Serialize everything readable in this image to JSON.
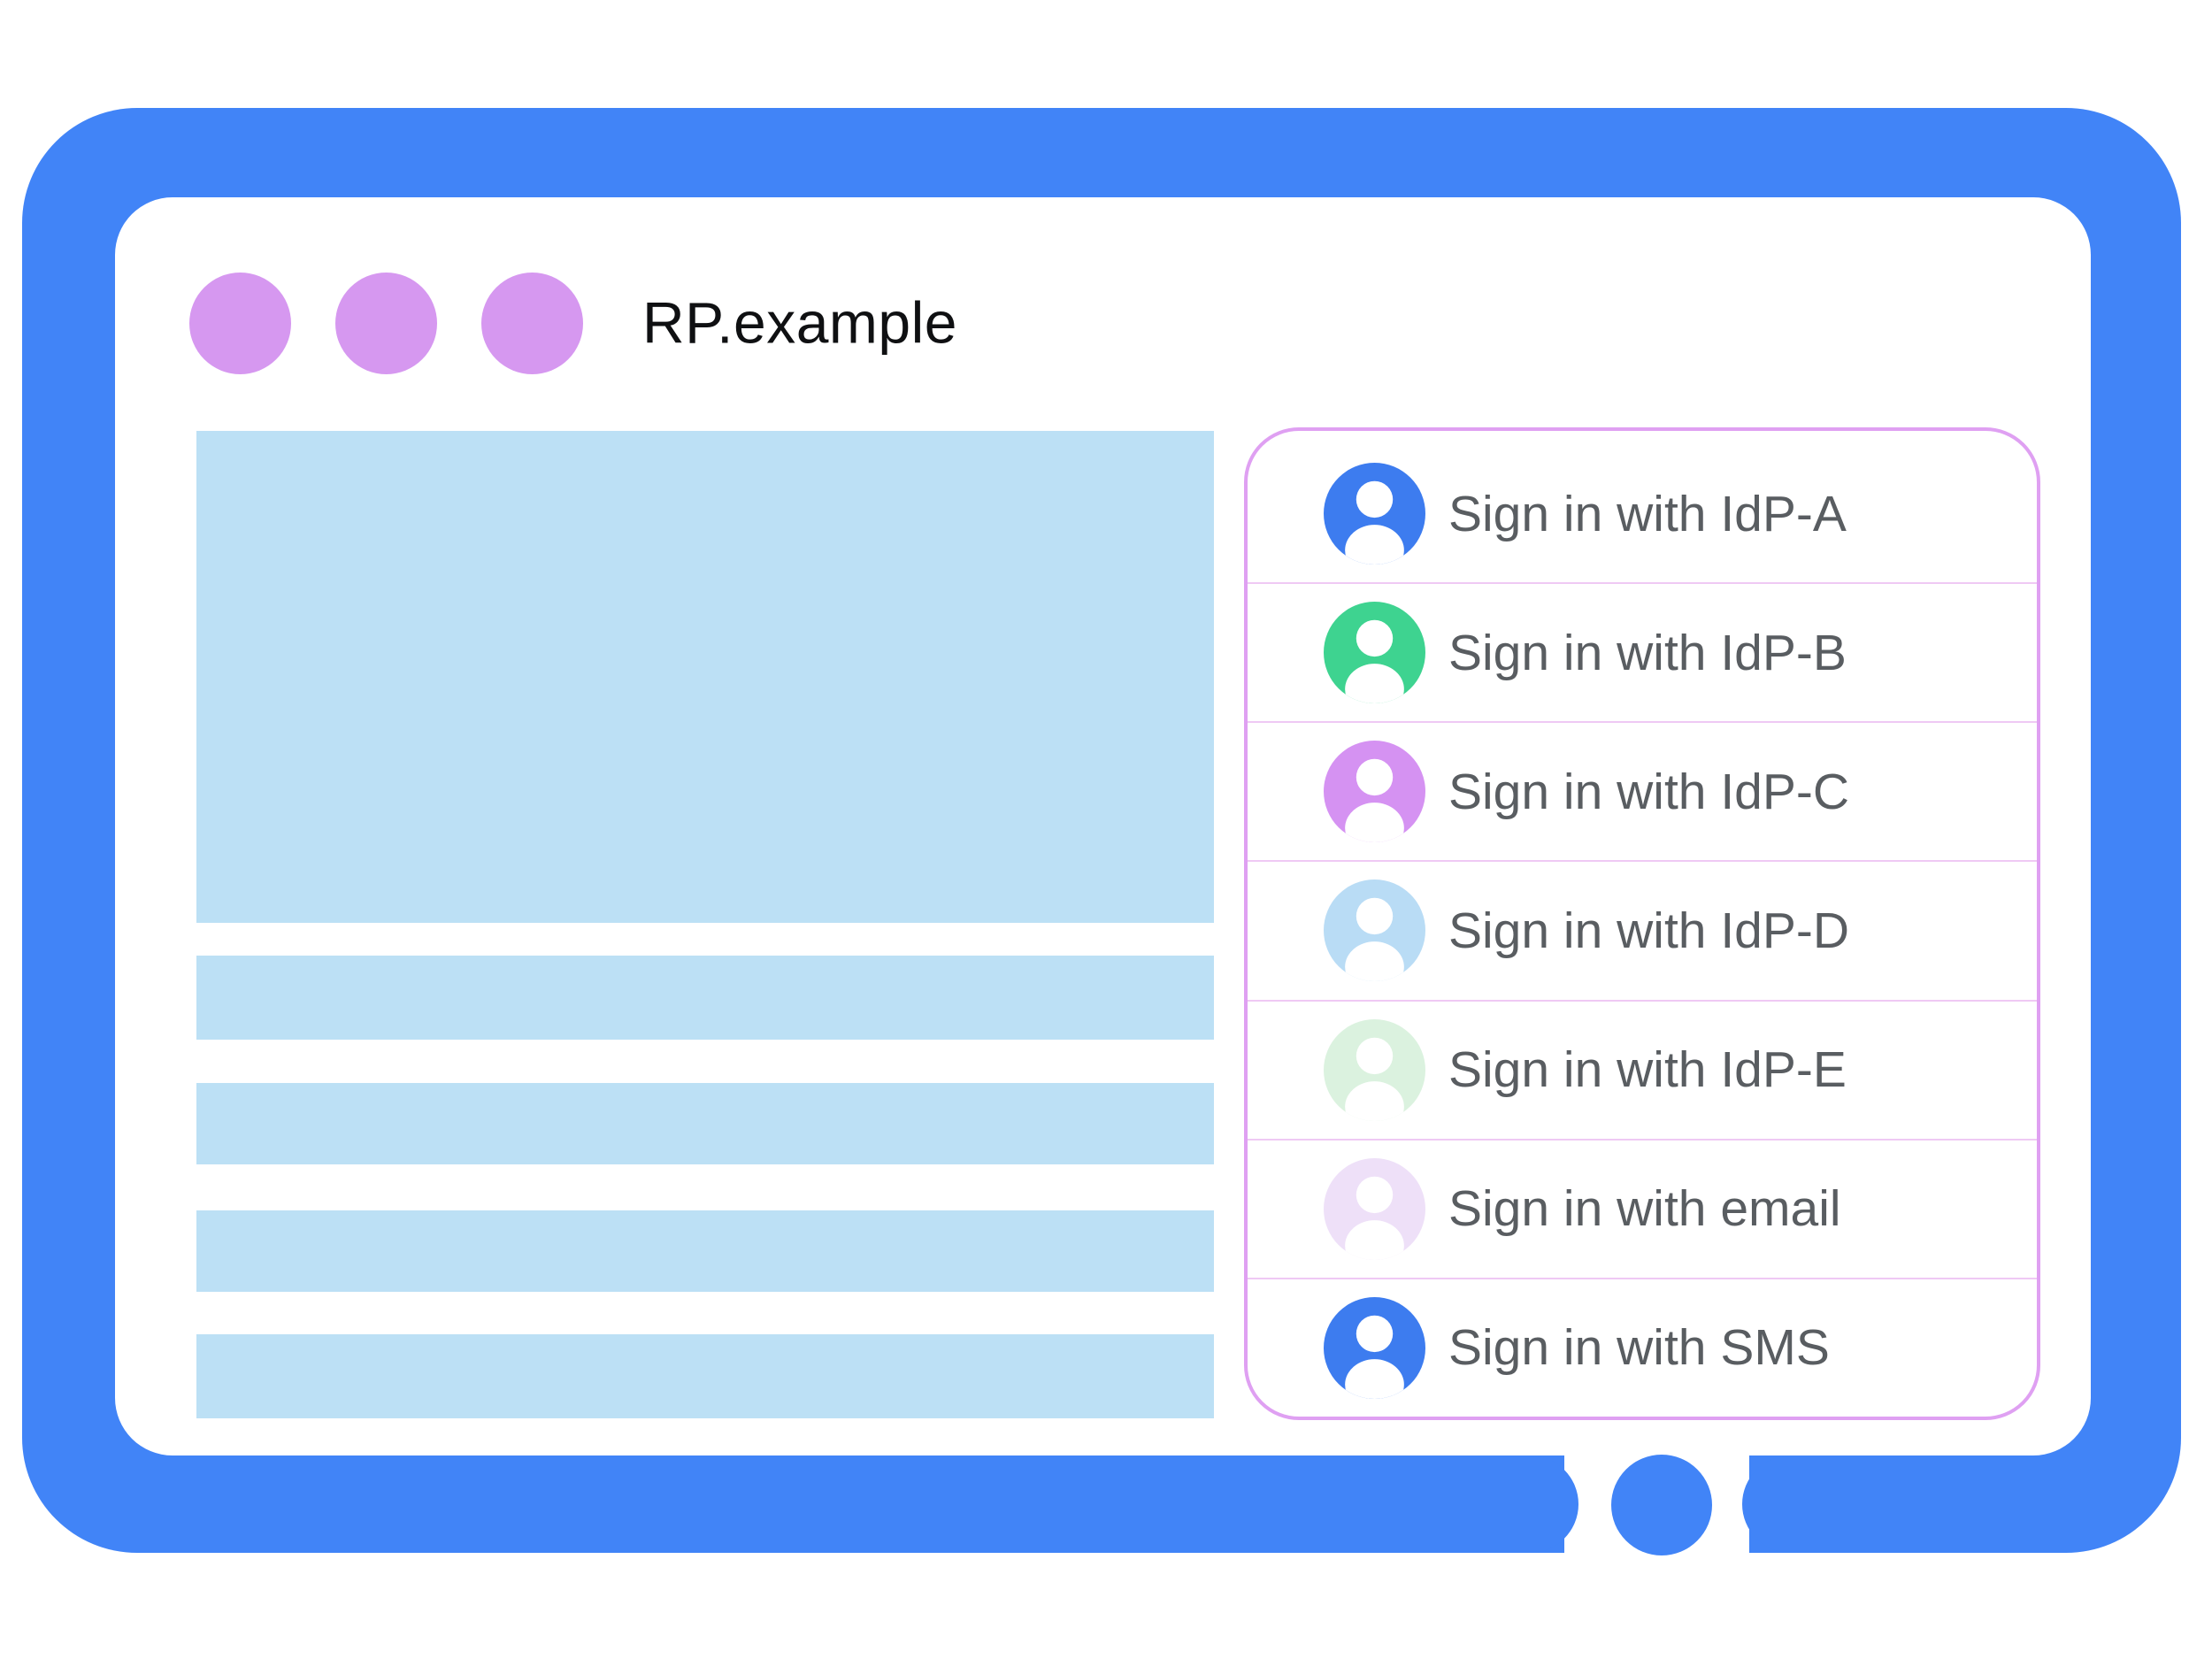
{
  "window": {
    "title": "RP.example",
    "controls_count": 3
  },
  "signin_panel": {
    "items": [
      {
        "label": "Sign in with IdP-A",
        "avatar_icon": "person-icon",
        "avatar_color": "#3D7CEF"
      },
      {
        "label": "Sign in with IdP-B",
        "avatar_icon": "person-icon",
        "avatar_color": "#3ED390"
      },
      {
        "label": "Sign in with IdP-C",
        "avatar_icon": "person-icon",
        "avatar_color": "#D592F2"
      },
      {
        "label": "Sign in with IdP-D",
        "avatar_icon": "person-icon",
        "avatar_color": "#B9DCF5"
      },
      {
        "label": "Sign in with IdP-E",
        "avatar_icon": "person-icon",
        "avatar_color": "#DBF2DF"
      },
      {
        "label": "Sign in with email",
        "avatar_icon": "person-icon",
        "avatar_color": "#EEE0F8"
      },
      {
        "label": "Sign in with SMS",
        "avatar_icon": "person-icon",
        "avatar_color": "#3D7CEF"
      }
    ]
  },
  "colors": {
    "frame_blue": "#4184F7",
    "window_dot_purple": "#D698F0",
    "placeholder_blue": "#BCE0F5",
    "panel_border": "#DFA0F2",
    "divider": "#EFC9F4",
    "label_text": "#595D61",
    "title_text": "#0F1012",
    "screen_white": "#FFFFFF"
  }
}
